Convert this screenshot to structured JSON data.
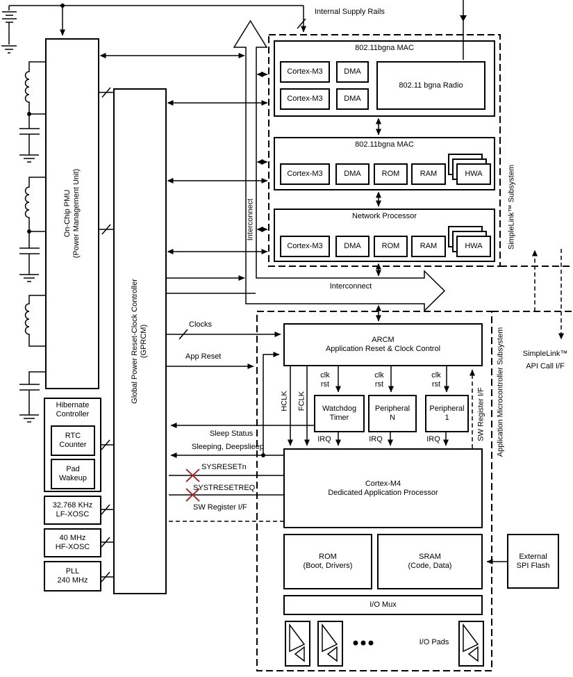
{
  "labels": {
    "internal_supply_rails": "Internal Supply Rails",
    "interconnect": "Interconnect",
    "clocks": "Clocks",
    "app_reset": "App Reset",
    "hclk": "HCLK",
    "fclk": "FCLK",
    "clk": "clk",
    "rst": "rst",
    "irq": "IRQ",
    "sleep_status_line1": "Sleep Status",
    "sleep_status_line2": "Sleeping, Deepslieep",
    "sysresetn": "SYSRESETn",
    "systresetreq": "SYSTRESETREQ",
    "sw_register_if": "SW Register I/F",
    "simplelink_subsystem": "SimpleLink™ Subsystem",
    "app_mcu_subsystem": "Application Microcontroller Subsystem",
    "api_call_line1": "SimpleLink™",
    "api_call_line2": "API Call I/F",
    "io_pads": "I/O Pads"
  },
  "blocks": {
    "pmu": {
      "line1": "On-Chip PMU",
      "line2": "(Power Management Unit)"
    },
    "gprcm": {
      "line1": "Global Power Reset-Clock Controller",
      "line2": "(GPRCM)"
    },
    "hibernate": {
      "line1": "Hibernate",
      "line2": "Controller"
    },
    "rtc": {
      "line1": "RTC",
      "line2": "Counter"
    },
    "pad_wakeup": {
      "line1": "Pad",
      "line2": "Wakeup"
    },
    "lf_xosc": {
      "line1": "32.768 KHz",
      "line2": "LF-XOSC"
    },
    "hf_xosc": {
      "line1": "40 MHz",
      "line2": "HF-XOSC"
    },
    "pll": {
      "line1": "PLL",
      "line2": "240 MHz"
    },
    "mac1": {
      "title": "802.11bgna MAC",
      "cortex_m3_top": "Cortex-M3",
      "dma_top": "DMA",
      "cortex_m3_bottom": "Cortex-M3",
      "dma_bottom": "DMA",
      "radio": "802.11 bgna Radio"
    },
    "mac2": {
      "title": "802.11bgna MAC",
      "cortex_m3": "Cortex-M3",
      "dma": "DMA",
      "rom": "ROM",
      "ram": "RAM",
      "hwa": "HWA"
    },
    "network_processor": {
      "title": "Network Processor",
      "cortex_m3": "Cortex-M3",
      "dma": "DMA",
      "rom": "ROM",
      "ram": "RAM",
      "hwa": "HWA"
    },
    "arcm": {
      "line1": "ARCM",
      "line2": "Application Reset & Clock Control"
    },
    "watchdog": {
      "line1": "Watchdog",
      "line2": "Timer"
    },
    "peripheral_n": {
      "line1": "Peripheral",
      "line2": "N"
    },
    "peripheral_1": {
      "line1": "Peripheral",
      "line2": "1"
    },
    "cortex_m4": {
      "line1": "Cortex-M4",
      "line2": "Dedicated Application Processor"
    },
    "rom": {
      "line1": "ROM",
      "line2": "(Boot, Drivers)"
    },
    "sram": {
      "line1": "SRAM",
      "line2": "(Code, Data)"
    },
    "io_mux": {
      "title": "I/O Mux"
    },
    "spi_flash": {
      "line1": "External",
      "line2": "SPI Flash"
    }
  },
  "colors": {
    "line": "#000000",
    "x_mark": "#993333",
    "background": "#ffffff"
  }
}
